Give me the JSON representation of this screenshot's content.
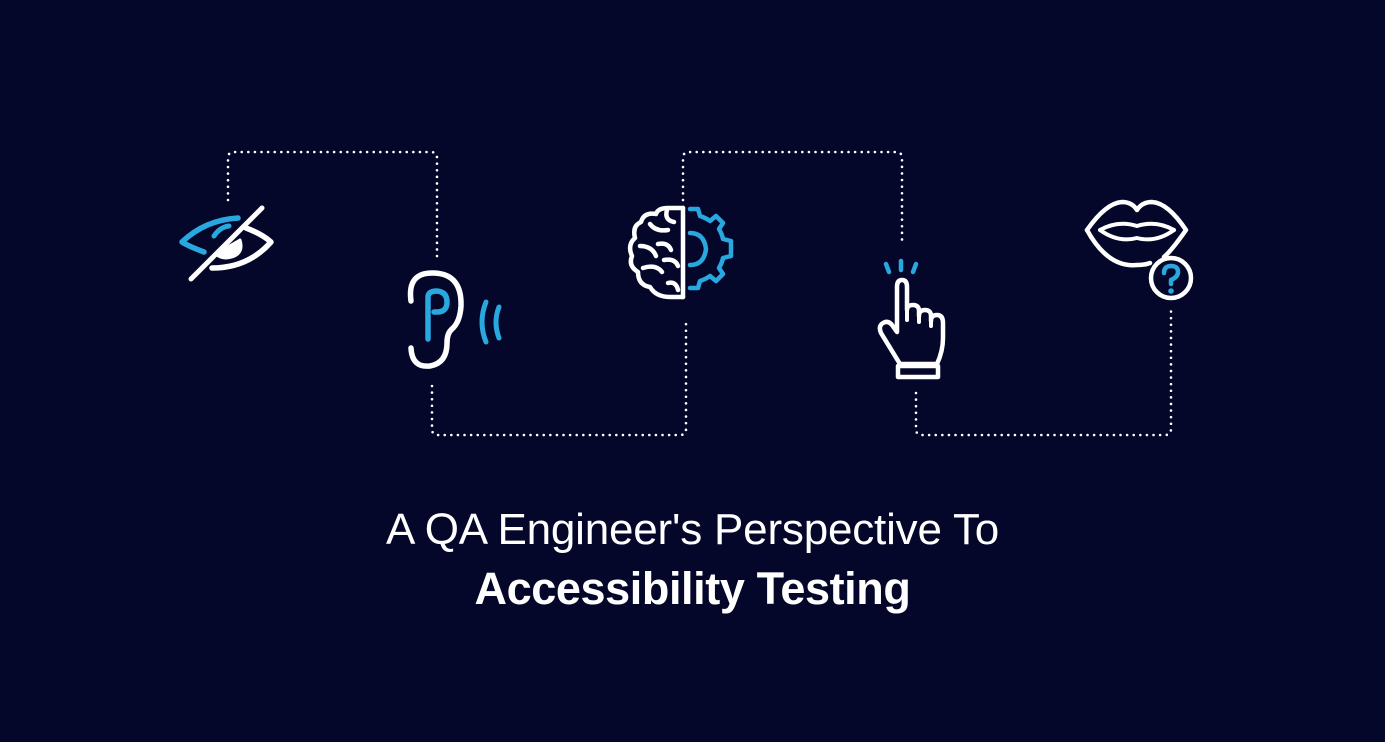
{
  "banner": {
    "title_line1": "A QA Engineer's Perspective To",
    "title_line2": "Accessibility Testing"
  },
  "colors": {
    "background": "#05072a",
    "accent": "#29a8e0",
    "foreground": "#ffffff",
    "connector": "#ffffff"
  },
  "icons": [
    {
      "name": "eye-slash-icon",
      "meaning": "visual impairment"
    },
    {
      "name": "ear-icon",
      "meaning": "hearing impairment"
    },
    {
      "name": "brain-gear-icon",
      "meaning": "cognitive impairment"
    },
    {
      "name": "pointing-hand-icon",
      "meaning": "motor impairment"
    },
    {
      "name": "lips-question-icon",
      "meaning": "speech impairment"
    }
  ]
}
